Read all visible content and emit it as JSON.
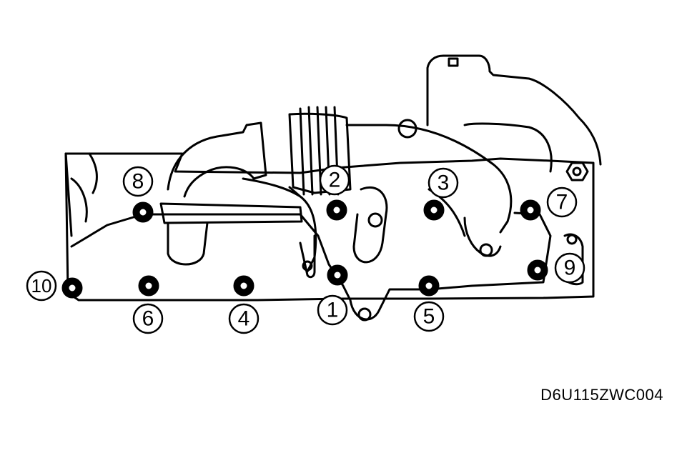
{
  "diagram": {
    "reference_code": "D6U115ZWC004",
    "bolts": [
      {
        "id": "bolt-1",
        "label": "1"
      },
      {
        "id": "bolt-2",
        "label": "2"
      },
      {
        "id": "bolt-3",
        "label": "3"
      },
      {
        "id": "bolt-4",
        "label": "4"
      },
      {
        "id": "bolt-5",
        "label": "5"
      },
      {
        "id": "bolt-6",
        "label": "6"
      },
      {
        "id": "bolt-7",
        "label": "7"
      },
      {
        "id": "bolt-8",
        "label": "8"
      },
      {
        "id": "bolt-9",
        "label": "9"
      },
      {
        "id": "bolt-10",
        "label": "10"
      }
    ],
    "colors": {
      "line": "#000000",
      "background": "#ffffff"
    }
  }
}
